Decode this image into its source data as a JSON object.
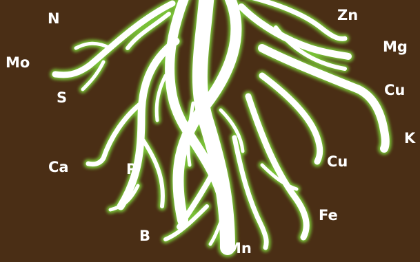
{
  "background_color": "#4a2e15",
  "root_color": "#ffffff",
  "root_glow_color": "#7fd13b",
  "nutrients": {
    "n": "N",
    "mo": "Mo",
    "s": "S",
    "ca": "Ca",
    "p": "P",
    "b": "B",
    "mn": "Mn",
    "zn": "Zn",
    "mg": "Mg",
    "cu_upper": "Cu",
    "k": "K",
    "cu_lower": "Cu",
    "fe": "Fe"
  }
}
